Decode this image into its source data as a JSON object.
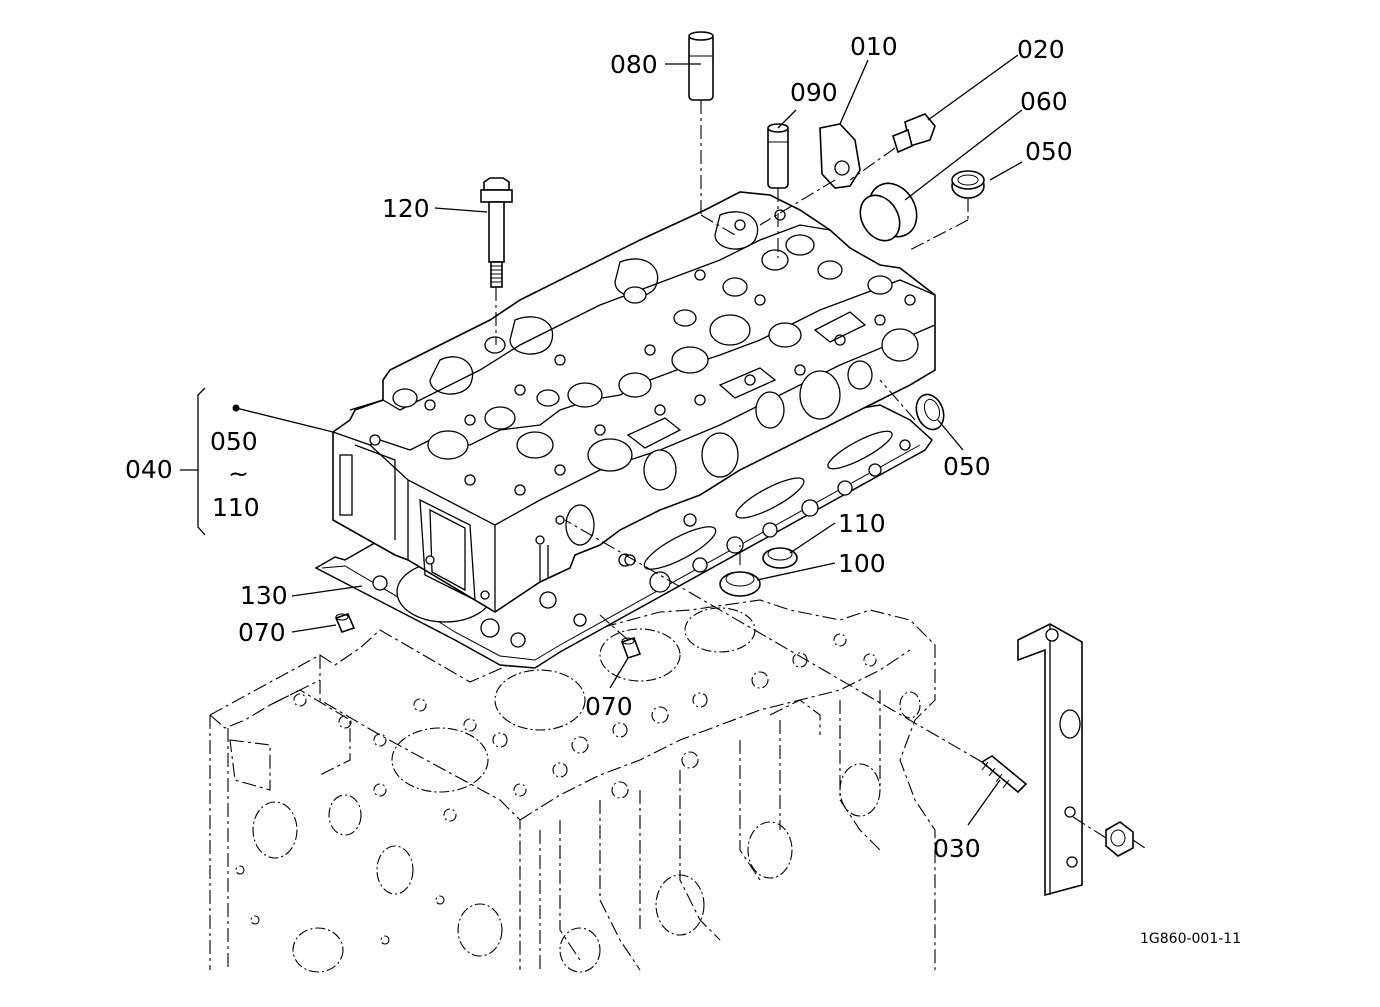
{
  "diagram": {
    "drawing_number": "1G860-001-11",
    "callouts": {
      "c010": "010",
      "c020": "020",
      "c030": "030",
      "c040": "040",
      "c050_a": "050",
      "c050_b": "050",
      "c050_range_start": "050",
      "c050_range_tilde": "~",
      "c110_range_end": "110",
      "c060": "060",
      "c070_a": "070",
      "c070_b": "070",
      "c080": "080",
      "c090": "090",
      "c100": "100",
      "c110": "110",
      "c120": "120",
      "c130": "130"
    },
    "parts": [
      "cylinder-head",
      "head-gasket",
      "cylinder-block",
      "head-bolt",
      "sleeve-080",
      "sleeve-090",
      "hanger-010",
      "plug-020",
      "cap-060",
      "seal-050",
      "seal-110",
      "seal-100",
      "dowel-070",
      "stud-030",
      "bracket",
      "nut"
    ]
  }
}
